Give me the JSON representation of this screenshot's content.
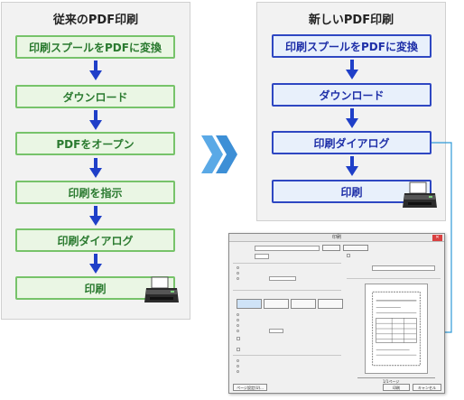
{
  "left_panel": {
    "title": "従来のPDF印刷",
    "steps": [
      "印刷スプールをPDFに変換",
      "ダウンロード",
      "PDFをオープン",
      "印刷を指示",
      "印刷ダイアログ",
      "印刷"
    ]
  },
  "right_panel": {
    "title": "新しいPDF印刷",
    "steps": [
      "印刷スプールをPDFに変換",
      "ダウンロード",
      "印刷ダイアログ",
      "印刷"
    ]
  },
  "dialog": {
    "title": "印刷",
    "print_button": "印刷",
    "cancel_button": "キャンセル",
    "page_setup_button": "ページ設定(U)...",
    "page_count": "1/1ページ"
  },
  "colors": {
    "green_border": "#77c36a",
    "blue_border": "#2e47c2",
    "arrow_blue": "#1f3fc8",
    "connector_blue": "#2f9ad8"
  }
}
